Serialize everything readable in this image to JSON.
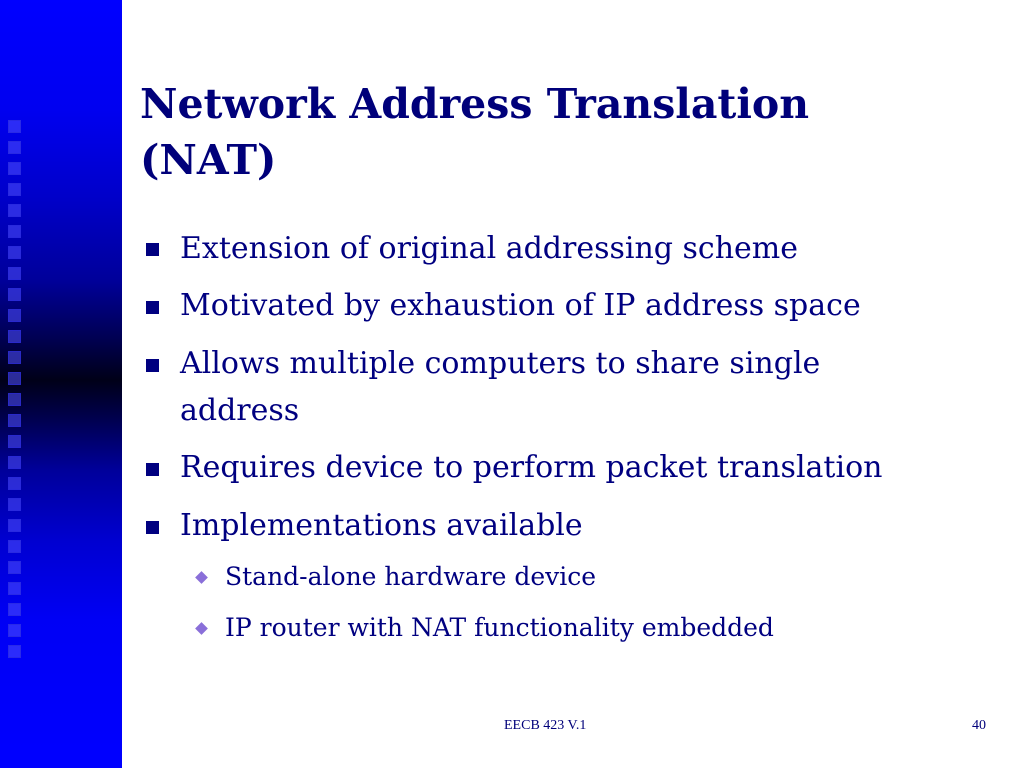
{
  "slide": {
    "title_line1": "Network Address Translation",
    "title_line2": "(NAT)",
    "bullets": [
      "Extension of original addressing scheme",
      "Motivated by exhaustion of IP address space",
      "Allows multiple computers to share single",
      "address",
      "Requires device to perform packet translation",
      "Implementations available"
    ],
    "sub_bullets": [
      "Stand-alone hardware device",
      "IP router with NAT functionality embedded"
    ],
    "footer_text": "EECB 423 V.1",
    "page_number": "40"
  },
  "colors": {
    "title": "#00007a",
    "body_text": "#000080",
    "sidebar": "#0000ff",
    "sub_bullet_marker": "#8a6fd9"
  },
  "icons": {
    "bullet": "square-bullet-icon",
    "sub_bullet": "diamond-bullet-icon"
  }
}
